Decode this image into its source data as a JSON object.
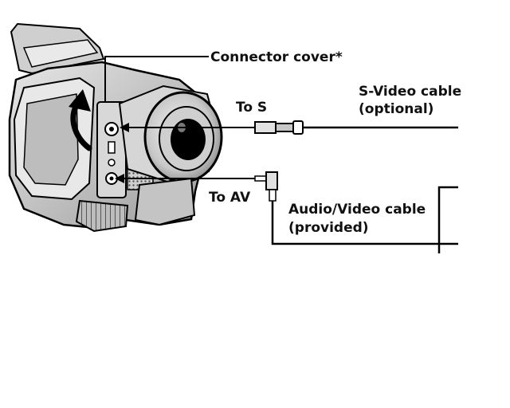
{
  "labels": {
    "connector_cover": "Connector cover*",
    "to_s": "To S",
    "svideo_line1": "S-Video cable",
    "svideo_line2": "(optional)",
    "to_av": "To AV",
    "av_line1": "Audio/Video cable",
    "av_line2": "(provided)"
  }
}
